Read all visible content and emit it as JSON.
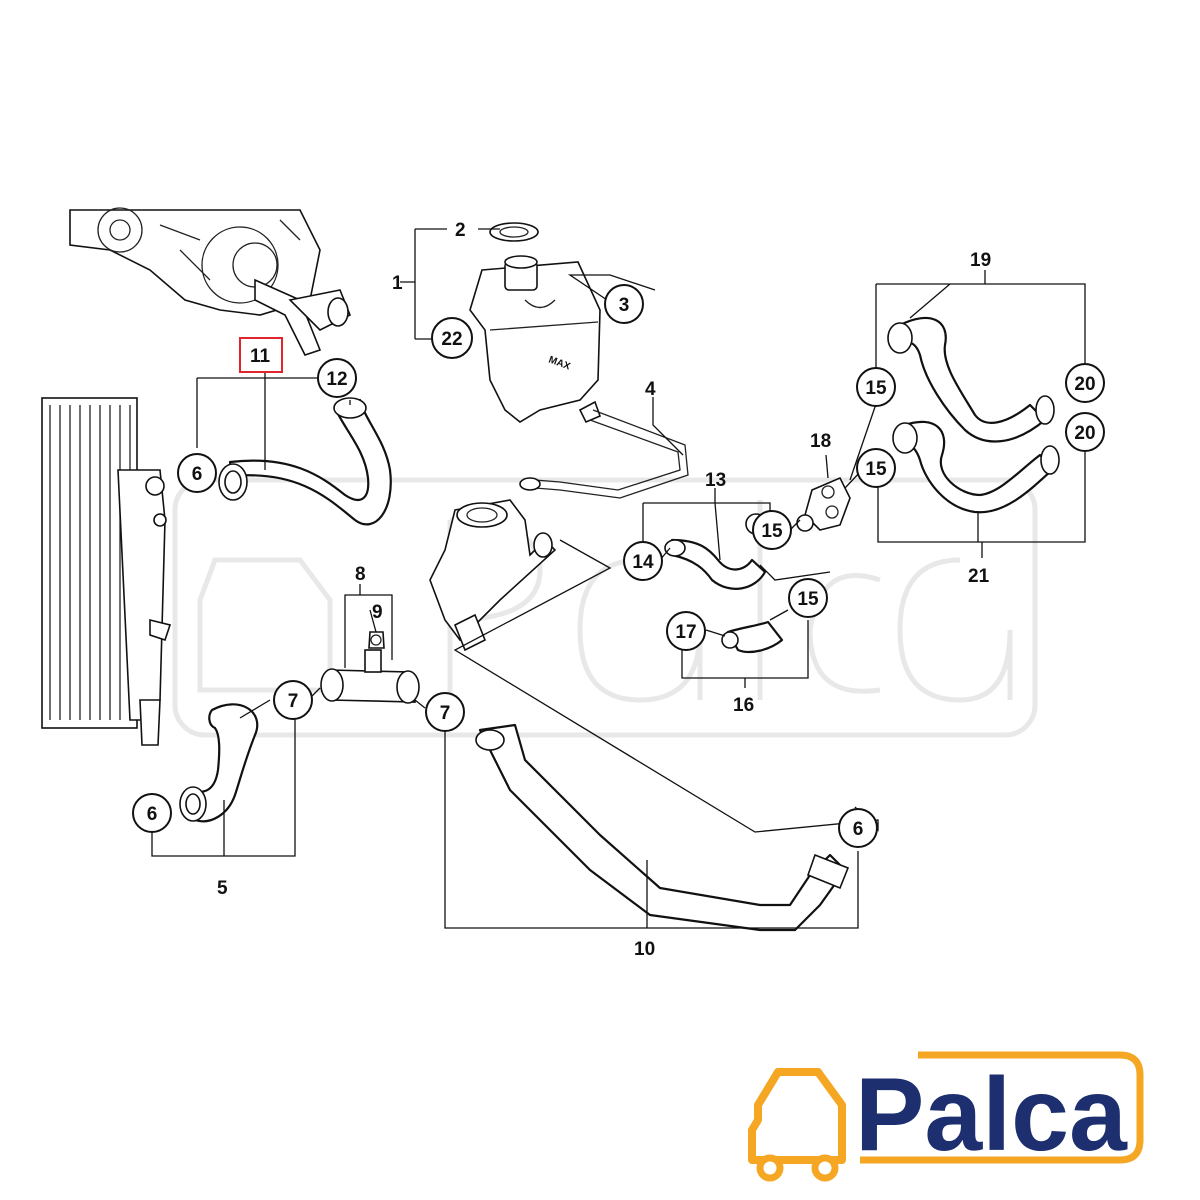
{
  "callouts": {
    "c1": "1",
    "c2": "2",
    "c3": "3",
    "c4": "4",
    "c5": "5",
    "c6a": "6",
    "c6b": "6",
    "c6c": "6",
    "c7a": "7",
    "c7b": "7",
    "c8": "8",
    "c9": "9",
    "c10": "10",
    "c11": "11",
    "c12": "12",
    "c13": "13",
    "c14": "14",
    "c15a": "15",
    "c15b": "15",
    "c15c": "15",
    "c15d": "15",
    "c16": "16",
    "c17": "17",
    "c18": "18",
    "c19": "19",
    "c20a": "20",
    "c20b": "20",
    "c21": "21",
    "c22": "22"
  },
  "tank_label": "MAX",
  "logo": {
    "text": "Palca",
    "text_color": "#1e2f70",
    "accent_color": "#f5a623"
  },
  "highlight_color": "#e0262c"
}
